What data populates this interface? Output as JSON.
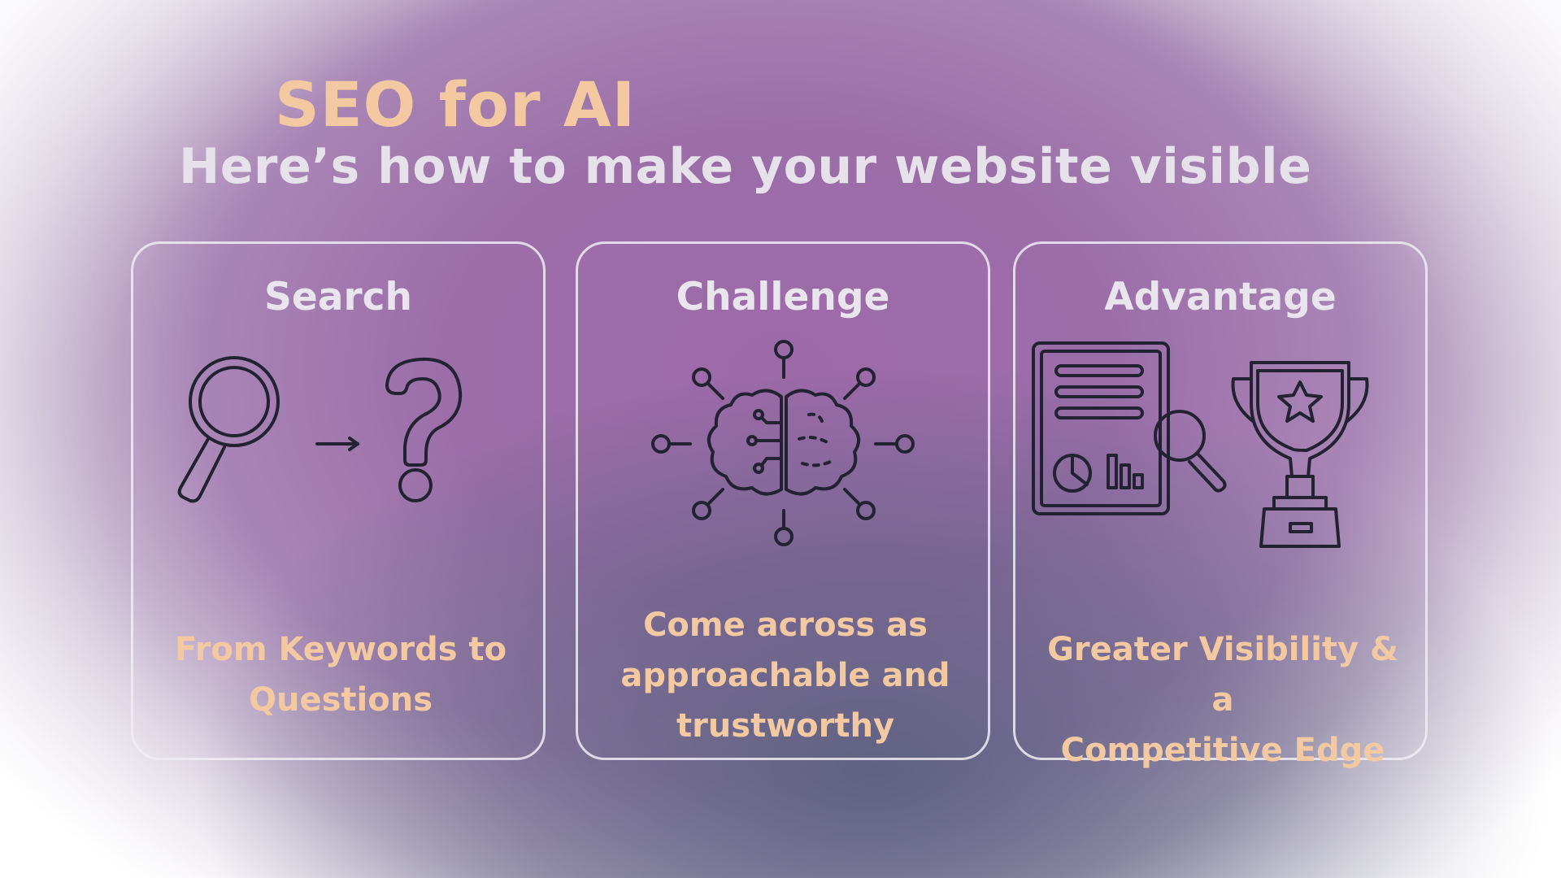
{
  "header": {
    "title": "SEO for AI",
    "subtitle": "Here’s how to make your website visible"
  },
  "cards": [
    {
      "heading": "Search",
      "line1": "From Keywords to",
      "line2": "Questions",
      "icons": [
        "magnifying-glass-icon",
        "arrow-right-icon",
        "question-mark-icon"
      ]
    },
    {
      "heading": "Challenge",
      "line1": "Come across as",
      "line2": "approachable and",
      "line3": "trustworthy",
      "icons": [
        "brain-network-icon"
      ]
    },
    {
      "heading": "Advantage",
      "line1": "Greater Visibility & a",
      "line2": "Competitive Edge",
      "icons": [
        "report-analysis-icon",
        "trophy-icon"
      ]
    }
  ],
  "colors": {
    "title": "#f3c9a2",
    "subtitle": "#e6e1ea",
    "card_text": "#f3c9a2",
    "card_border": "#f0ecf4",
    "icon_stroke": "#232232"
  }
}
